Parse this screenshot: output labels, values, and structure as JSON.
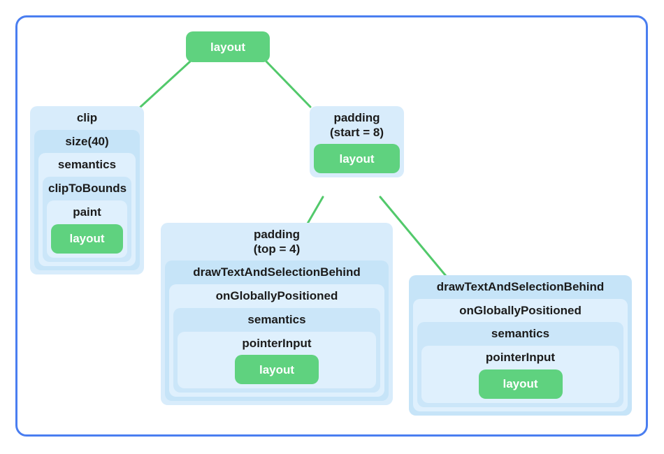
{
  "diagram": {
    "type": "tree",
    "title": "",
    "colors": {
      "frame_border": "#4a7ef0",
      "edge": "#52c96b",
      "layout_pill": "#5fd27f",
      "layout_pill_text": "#ffffff",
      "box_tint_light": "#d8ecfb",
      "box_tint_dark": "#c6e4f8",
      "label_text": "#1b1b1b",
      "background": "#ffffff"
    },
    "root": {
      "label": "layout"
    },
    "branches": {
      "clip": {
        "labels": [
          "clip",
          "size(40)",
          "semantics",
          "clipToBounds",
          "paint"
        ],
        "leaf": "layout"
      },
      "padding_start": {
        "label": "padding\n(start = 8)",
        "label_line1": "padding",
        "label_line2": "(start = 8)",
        "leaf": "layout"
      },
      "padding_top": {
        "label_line1": "padding",
        "label_line2": "(top = 4)",
        "labels": [
          "padding\n(top = 4)",
          "drawTextAndSelectionBehind",
          "onGloballyPositioned",
          "semantics",
          "pointerInput"
        ],
        "leaf": "layout"
      },
      "draw_text_right": {
        "labels": [
          "drawTextAndSelectionBehind",
          "onGloballyPositioned",
          "semantics",
          "pointerInput"
        ],
        "leaf": "layout"
      }
    },
    "edges": [
      {
        "from": "root-layout",
        "to": "clip"
      },
      {
        "from": "root-layout",
        "to": "padding-start"
      },
      {
        "from": "padding-start-layout",
        "to": "padding-top"
      },
      {
        "from": "padding-start-layout",
        "to": "draw-text-right"
      }
    ]
  }
}
